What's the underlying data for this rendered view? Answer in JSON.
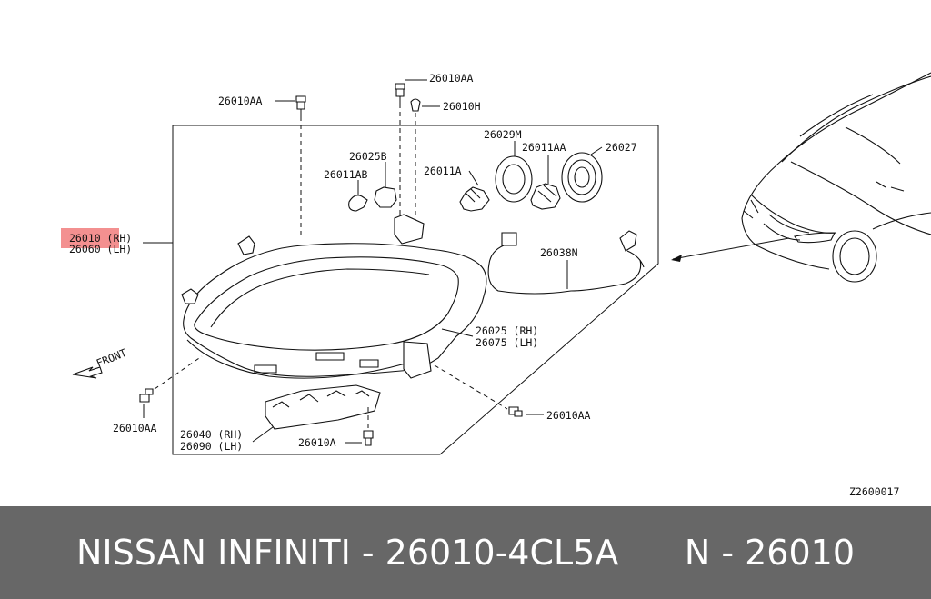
{
  "diagram": {
    "code": "Z2600017",
    "front_label": "FRONT",
    "callouts": {
      "bolt_top_left": "26010AA",
      "bolt_top_center": "26010AA",
      "clip_top": "26010H",
      "socket": "26025B",
      "bulb_small": "26011AB",
      "cap_small": "26029M",
      "bulb_main": "26011AA",
      "bulb_side": "26011A",
      "cap_large": "26027",
      "assembly_rh": "26010 (RH)",
      "assembly_lh": "26060 (LH)",
      "harness": "26038N",
      "unit_rh": "26025 (RH)",
      "unit_lh": "26075 (LH)",
      "bolt_right": "26010AA",
      "bolt_left": "26010AA",
      "bracket_rh": "26040 (RH)",
      "bracket_lh": "26090 (LH)",
      "bolt_bottom": "26010A"
    }
  },
  "footer": {
    "left_text": "NISSAN INFINITI - 26010-4CL5A",
    "right_text": "N - 26010"
  }
}
